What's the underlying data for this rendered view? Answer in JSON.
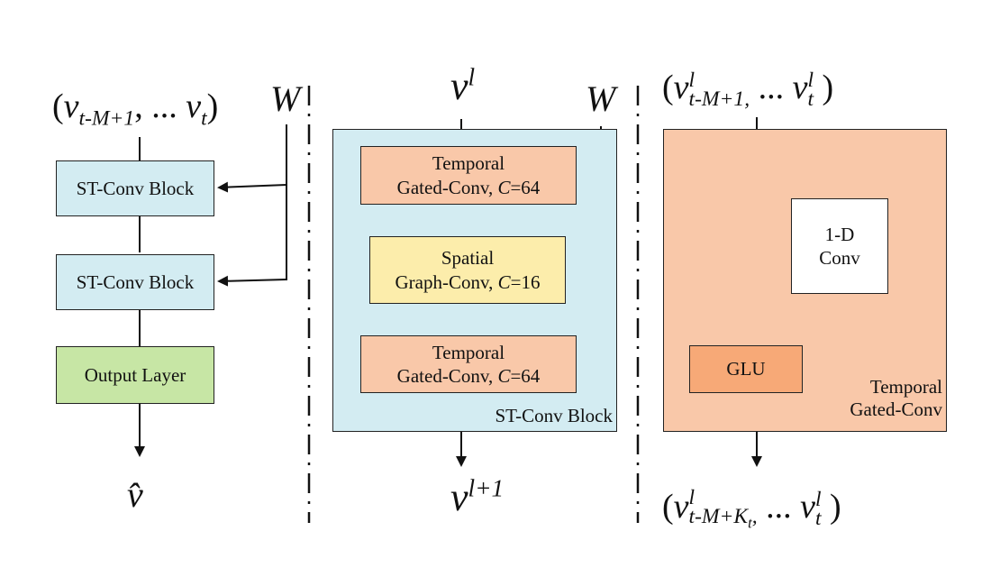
{
  "left": {
    "input": {
      "symbol": "v",
      "sub": "t-M+1",
      "sep": "...",
      "symbol2": "v",
      "sub2": "t"
    },
    "weight": "W",
    "blocks": [
      "ST-Conv Block",
      "ST-Conv Block"
    ],
    "output_layer": "Output Layer",
    "output": "v̂"
  },
  "middle": {
    "input": {
      "symbol": "v",
      "sup": "l"
    },
    "weight": "W",
    "temporal1": {
      "line1": "Temporal",
      "line2": "Gated-Conv, ",
      "cvar": "C",
      "cval": "=64"
    },
    "spatial": {
      "line1": "Spatial",
      "line2": "Graph-Conv, ",
      "cvar": "C",
      "cval": "=16"
    },
    "temporal2": {
      "line1": "Temporal",
      "line2": "Gated-Conv, ",
      "cvar": "C",
      "cval": "=64"
    },
    "panel_label": "ST-Conv Block",
    "output": {
      "symbol": "v",
      "sup": "l+1"
    }
  },
  "right": {
    "input": {
      "symbol": "v",
      "sup": "l",
      "sub": "t-M+1,",
      "sep": "...",
      "symbol2": "v",
      "sup2": "l",
      "sub2": "t"
    },
    "conv": {
      "line1": "1-D",
      "line2": "Conv"
    },
    "glu": "GLU",
    "panel_label": {
      "line1": "Temporal",
      "line2": "Gated-Conv"
    },
    "output": {
      "symbol": "v",
      "sup": "l",
      "sub": "t-M+K",
      "subsub": "t",
      "sep": "...",
      "symbol2": "v",
      "sup2": "l",
      "sub2": "t"
    }
  },
  "colors": {
    "st_block": "#d3ecf2",
    "output_layer": "#c7e6a5",
    "temporal": "#f9c8a9",
    "spatial": "#fcedab",
    "glu": "#f7a977"
  }
}
